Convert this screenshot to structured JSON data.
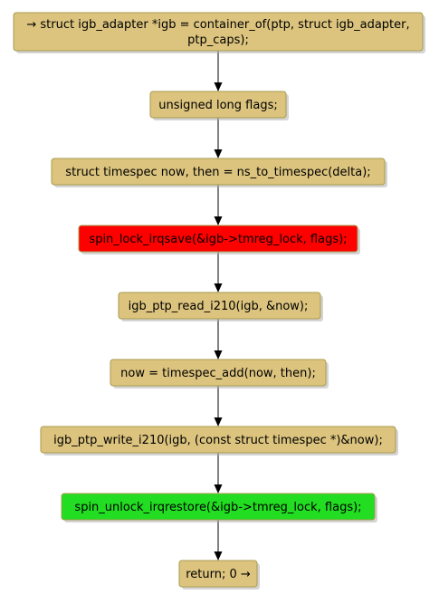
{
  "colors": {
    "default_fill": "#dcc47e",
    "lock_fill": "#ff0000",
    "unlock_fill": "#22dd22",
    "arrow": "#000000"
  },
  "nodes": [
    {
      "id": "container-of",
      "lines": [
        "→ struct igb_adapter *igb = container_of(ptp, struct igb_adapter,",
        "ptp_caps);"
      ],
      "fill": "default_fill"
    },
    {
      "id": "flags-decl",
      "lines": [
        "unsigned long flags;"
      ],
      "fill": "default_fill"
    },
    {
      "id": "timespec-decl",
      "lines": [
        "struct timespec now, then = ns_to_timespec(delta);"
      ],
      "fill": "default_fill"
    },
    {
      "id": "spin-lock",
      "lines": [
        "spin_lock_irqsave(&igb->tmreg_lock, flags);"
      ],
      "fill": "lock_fill"
    },
    {
      "id": "read-i210",
      "lines": [
        "igb_ptp_read_i210(igb, &now);"
      ],
      "fill": "default_fill"
    },
    {
      "id": "timespec-add",
      "lines": [
        "now = timespec_add(now, then);"
      ],
      "fill": "default_fill"
    },
    {
      "id": "write-i210",
      "lines": [
        "igb_ptp_write_i210(igb, (const struct timespec *)&now);"
      ],
      "fill": "default_fill"
    },
    {
      "id": "spin-unlock",
      "lines": [
        "spin_unlock_irqrestore(&igb->tmreg_lock, flags);"
      ],
      "fill": "unlock_fill"
    },
    {
      "id": "return",
      "lines": [
        "return; 0 →"
      ],
      "fill": "default_fill"
    }
  ]
}
